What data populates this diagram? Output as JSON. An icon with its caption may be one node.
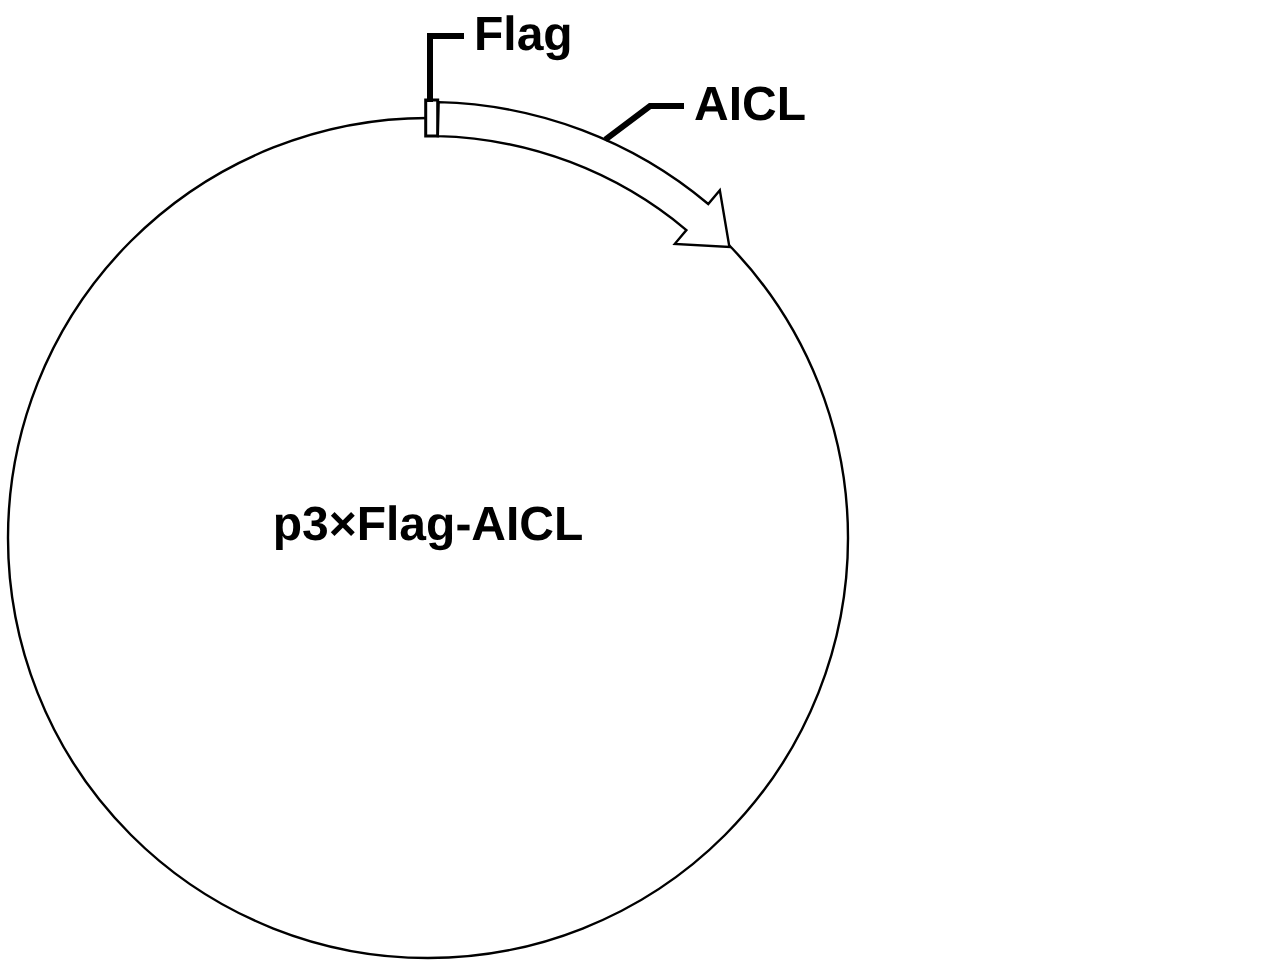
{
  "diagram": {
    "nodes": [
      {
        "text": [
          "p3×Flag-AICL"
        ]
      },
      {
        "text": [
          "Flag"
        ]
      },
      {
        "text": [],
        "shape": "box"
      },
      {
        "text": [
          "AICL"
        ]
      },
      {
        "text": [],
        "shape": "arrow"
      }
    ],
    "edges": [
      {
        "from": 1,
        "to": 2,
        "arrow": "none"
      },
      {
        "from": 3,
        "to": 4,
        "arrow": "none"
      }
    ]
  }
}
